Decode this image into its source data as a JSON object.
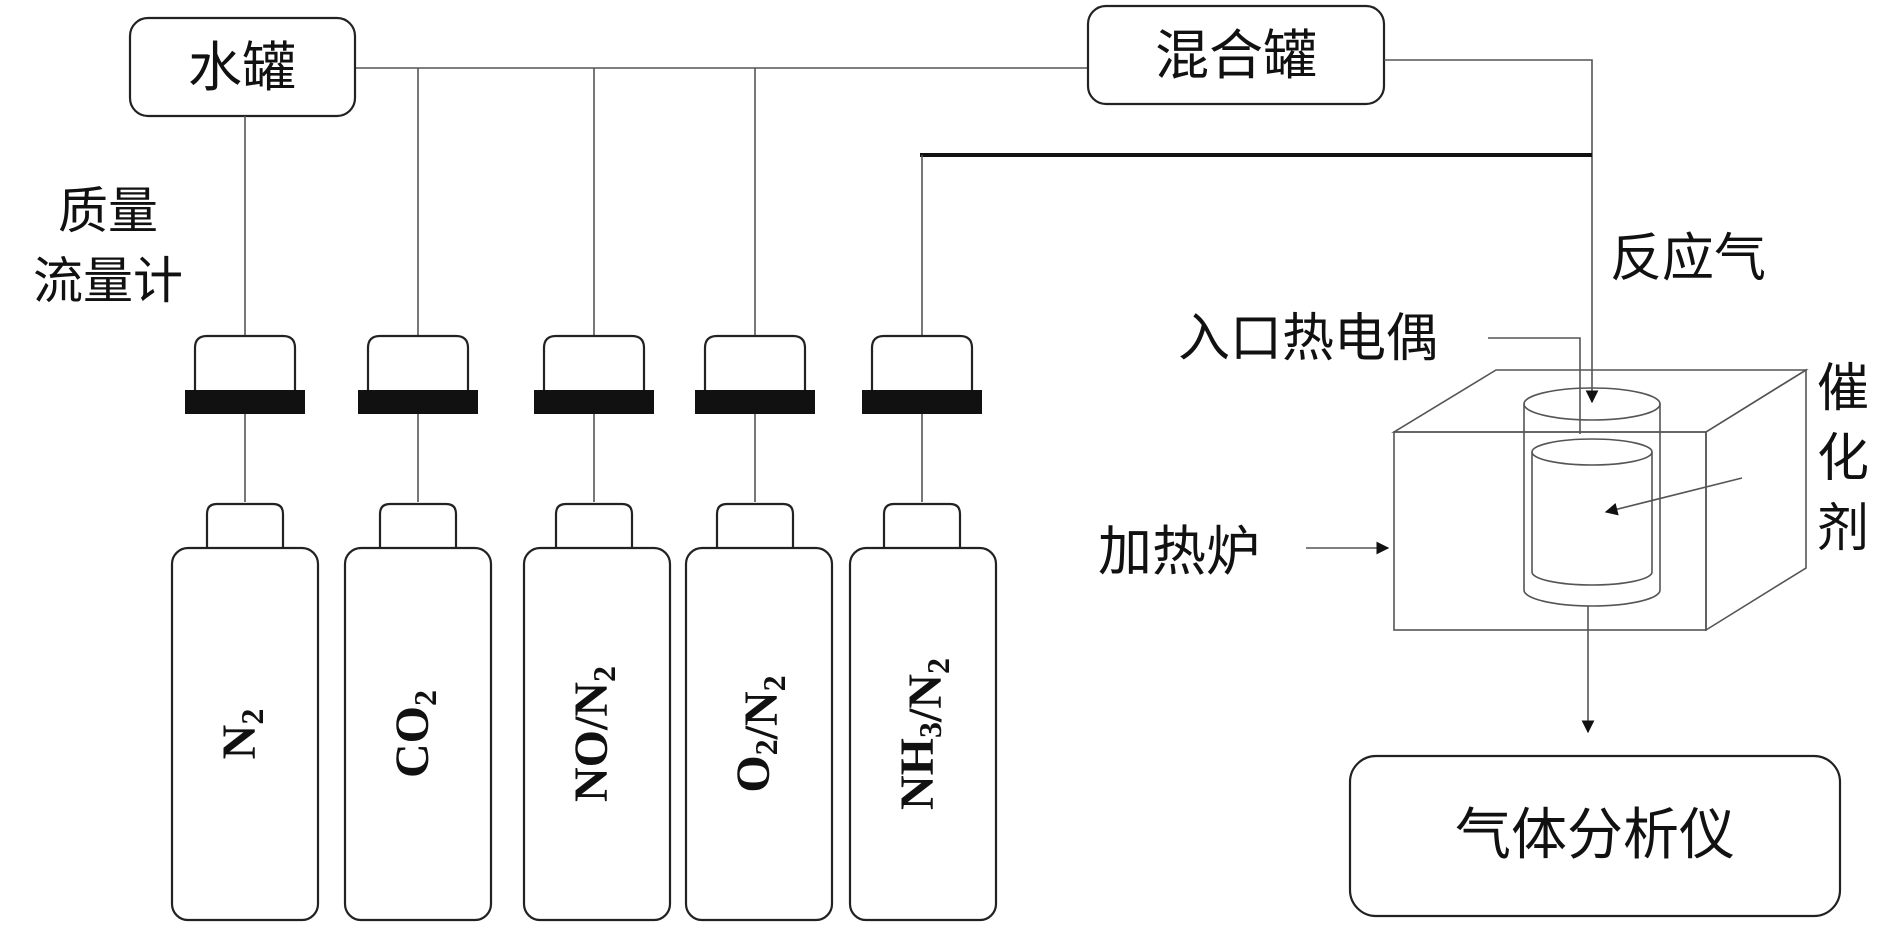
{
  "labels": {
    "water_tank": "水罐",
    "mixing_tank": "混合罐",
    "mass_flow_line1": "质量",
    "mass_flow_line2": "流量计",
    "reaction_gas": "反应气",
    "inlet_thermocouple": "入口热电偶",
    "catalyst_chars": [
      "催",
      "化",
      "剂"
    ],
    "heating_furnace": "加热炉",
    "gas_analyzer": "气体分析仪"
  },
  "cylinders": [
    {
      "parts": [
        {
          "t": "N"
        },
        {
          "t": "2",
          "sub": true
        }
      ]
    },
    {
      "parts": [
        {
          "t": "CO"
        },
        {
          "t": "2",
          "sub": true
        }
      ]
    },
    {
      "parts": [
        {
          "t": "NO/N"
        },
        {
          "t": "2",
          "sub": true
        }
      ]
    },
    {
      "parts": [
        {
          "t": "O"
        },
        {
          "t": "2",
          "sub": true
        },
        {
          "t": "/N"
        },
        {
          "t": "2",
          "sub": true
        }
      ]
    },
    {
      "parts": [
        {
          "t": "NH"
        },
        {
          "t": "3",
          "sub": true
        },
        {
          "t": "/N"
        },
        {
          "t": "2",
          "sub": true
        }
      ]
    }
  ]
}
